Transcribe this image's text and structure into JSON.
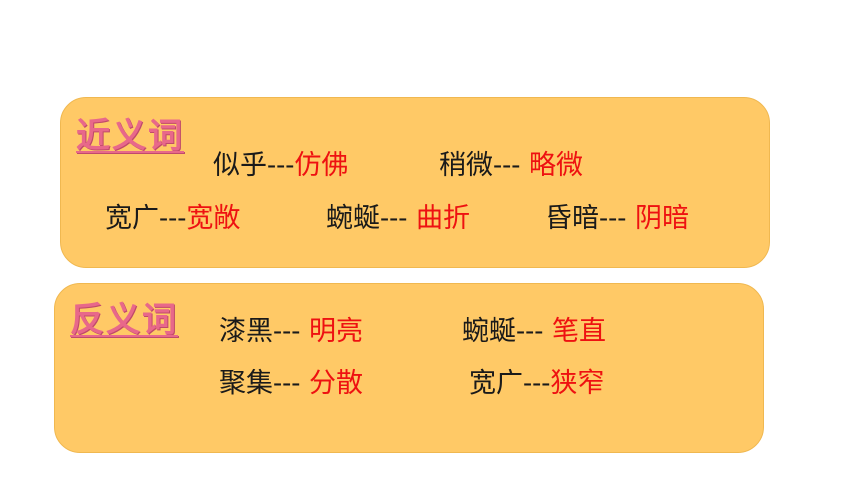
{
  "synonyms": {
    "title": "近义词",
    "pairs": [
      {
        "word": "似乎",
        "sep": "---",
        "answer": "仿佛"
      },
      {
        "word": "稍微",
        "sep": "---",
        "answer": " 略微"
      },
      {
        "word": "宽广",
        "sep": "---",
        "answer": "宽敞"
      },
      {
        "word": "蜿蜒",
        "sep": "--- ",
        "answer": "曲折"
      },
      {
        "word": "昏暗",
        "sep": "--- ",
        "answer": "阴暗"
      }
    ]
  },
  "antonyms": {
    "title": "反义词",
    "pairs": [
      {
        "word": "漆黑",
        "sep": "--- ",
        "answer": "明亮"
      },
      {
        "word": "蜿蜒",
        "sep": "--- ",
        "answer": "笔直"
      },
      {
        "word": "聚集",
        "sep": "--- ",
        "answer": " 分散"
      },
      {
        "word": "宽广",
        "sep": "---",
        "answer": "狭窄"
      }
    ]
  },
  "colors": {
    "card_fill": "#ffc966",
    "title": "#e8688a",
    "answer": "#ee1111",
    "text": "#1a1a1a"
  }
}
